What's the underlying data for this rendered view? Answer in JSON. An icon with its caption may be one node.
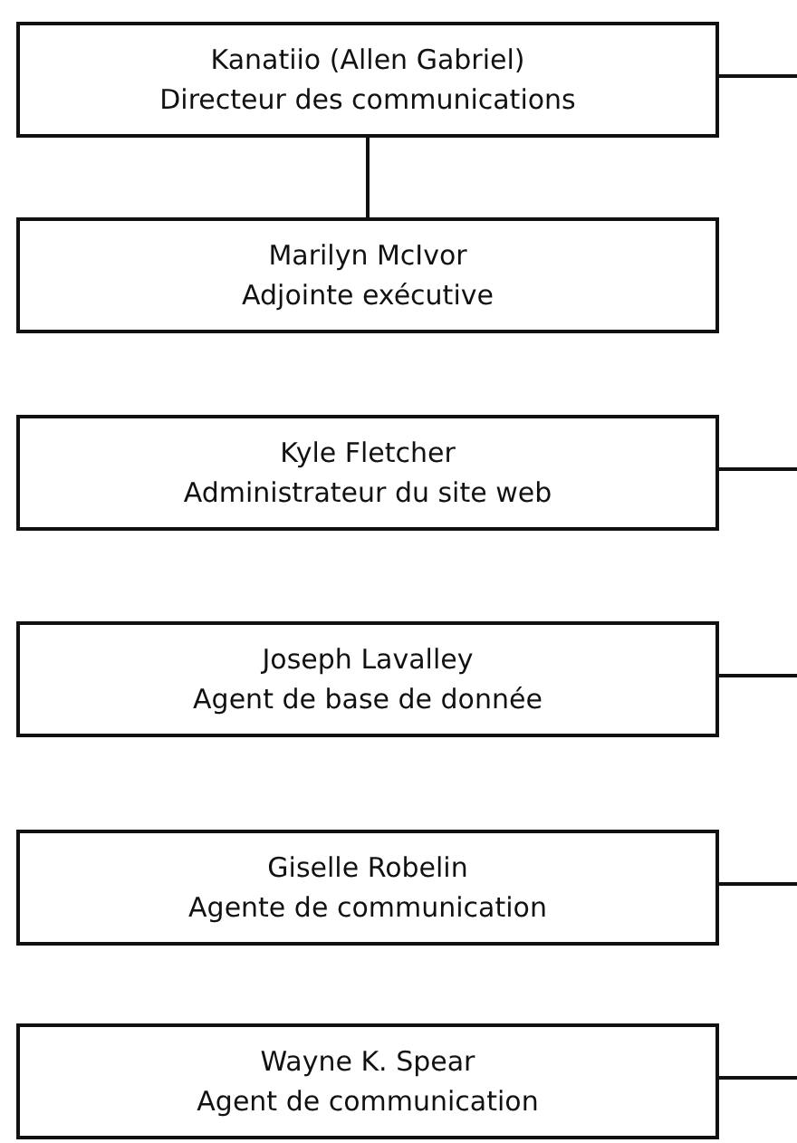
{
  "diagram": {
    "nodes": [
      {
        "text": [
          "Kanatiio (Allen Gabriel)",
          "Directeur des communications"
        ]
      },
      {
        "text": [
          "Marilyn McIvor",
          "Adjointe exécutive"
        ]
      },
      {
        "text": [
          "Kyle Fletcher",
          "Administrateur du site web"
        ]
      },
      {
        "text": [
          "Joseph Lavalley",
          "Agent de base de donnée"
        ]
      },
      {
        "text": [
          "Giselle Robelin",
          "Agente de communication"
        ]
      },
      {
        "text": [
          "Wayne K. Spear",
          "Agent de communication"
        ]
      }
    ],
    "edges": [
      {
        "from": 0,
        "to": 1,
        "arrow": "none"
      },
      {
        "from": 0,
        "to": null,
        "arrow": "none"
      },
      {
        "from": 2,
        "to": null,
        "arrow": "none"
      },
      {
        "from": 3,
        "to": null,
        "arrow": "none"
      },
      {
        "from": 4,
        "to": null,
        "arrow": "none"
      },
      {
        "from": 5,
        "to": null,
        "arrow": "none"
      }
    ]
  }
}
